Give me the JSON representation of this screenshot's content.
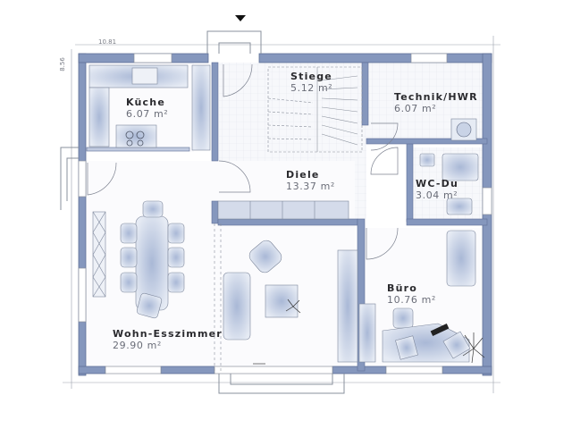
{
  "plan": {
    "type": "floor-plan",
    "entry_marker": "triangle-down-icon",
    "dimensions": {
      "width": "10.81",
      "height": "8.56"
    },
    "colors": {
      "wall": "#7f93b8",
      "wall_dark": "#5c6f96",
      "furniture_fill": "#c9d3e6",
      "grid_tile": "#eef0f5",
      "label": "#2a2a2e",
      "area_text": "#6a6d78"
    },
    "rooms": [
      {
        "name": "Küche",
        "area": "6.07 m²"
      },
      {
        "name": "Stiege",
        "area": "5.12 m²"
      },
      {
        "name": "Technik/HWR",
        "area": "6.07 m²"
      },
      {
        "name": "Diele",
        "area": "13.37 m²"
      },
      {
        "name": "WC-Du",
        "area": "3.04 m²"
      },
      {
        "name": "Wohn-Esszimmer",
        "area": "29.90 m²"
      },
      {
        "name": "Büro",
        "area": "10.76 m²"
      }
    ]
  }
}
